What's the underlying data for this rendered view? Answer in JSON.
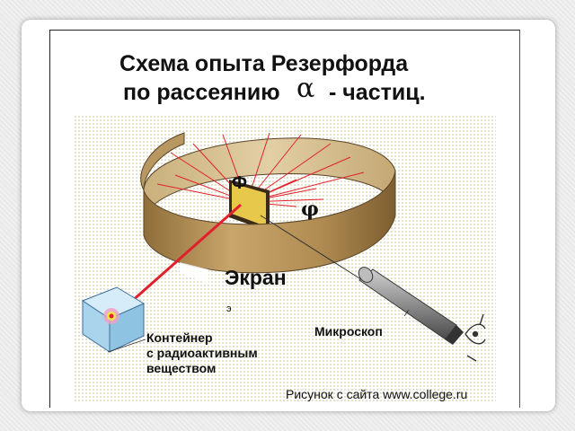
{
  "title": {
    "line1": "Схема опыта Резерфорда",
    "line2_part1": "по рассеянию",
    "alpha_symbol": "α",
    "line2_part2": "- частиц."
  },
  "labels": {
    "phi_upper": "Ф",
    "phi_lower": "φ",
    "screen": "Экран",
    "microscope": "Микроскоп",
    "container_line1": "Контейнер",
    "container_line2": "с радиоактивным",
    "container_line3": "веществом",
    "small_e": "э",
    "credit": "Рисунок с сайта www.college.ru"
  },
  "colors": {
    "ring_outer": "#b89860",
    "ring_inner": "#d9c39a",
    "ring_edge": "#5a4428",
    "beam": "#e0202a",
    "foil": "#e8c84a",
    "box": "#a9d4ec",
    "microscope_body": "#8a8a8a"
  }
}
